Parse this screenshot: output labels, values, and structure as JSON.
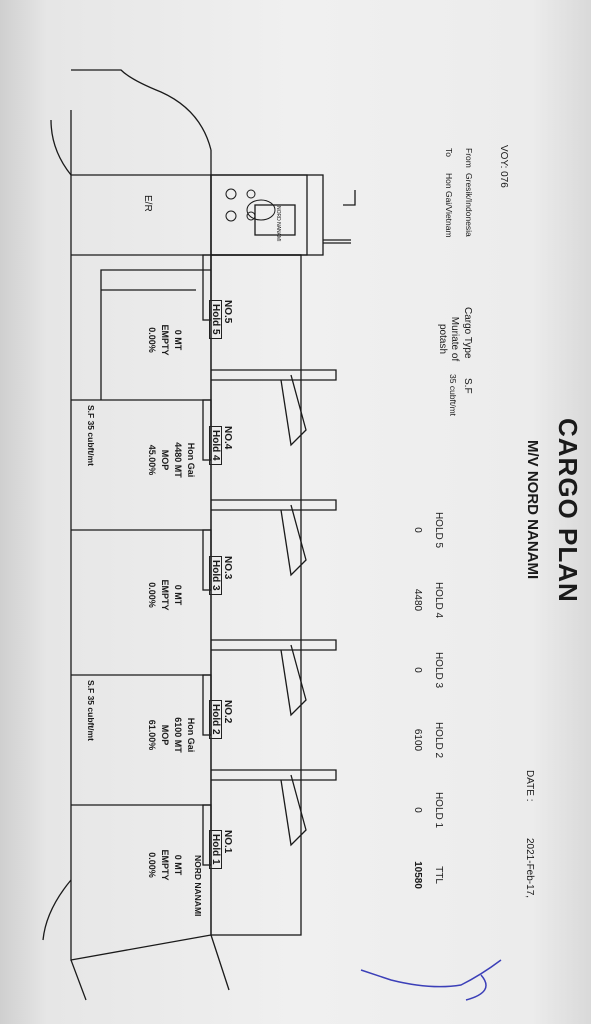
{
  "header": {
    "title": "CARGO PLAN",
    "vessel": "M/V NORD NANAMI",
    "date_label": "DATE :",
    "date_value": "2021-Feb-17,",
    "voyage": "VOY: 076"
  },
  "route": {
    "from_label": "From",
    "from_value": "Gresik/Indonesia",
    "to_label": "To",
    "to_value": "Hon Gai/Vietnam"
  },
  "cargo": {
    "type_label": "Cargo Type",
    "type_value": "Muriate of potash",
    "sf_label": "S.F",
    "sf_value": "35 cubft/mt"
  },
  "summary": {
    "labels": [
      "HOLD 5",
      "HOLD 4",
      "HOLD 3",
      "HOLD 2",
      "HOLD 1",
      "TTL"
    ],
    "values": [
      "0",
      "4480",
      "0",
      "6100",
      "0",
      "10580"
    ]
  },
  "holds": [
    {
      "name": "NO.5",
      "box": "Hold 5",
      "port": "",
      "qty": "0 MT",
      "cargo": "EMPTY",
      "pct": "0.00%"
    },
    {
      "name": "NO.4",
      "box": "Hold 4",
      "port": "Hon Gai",
      "qty": "4480 MT",
      "cargo": "MOP",
      "pct": "45.00%"
    },
    {
      "name": "NO.3",
      "box": "Hold 3",
      "port": "",
      "qty": "0 MT",
      "cargo": "EMPTY",
      "pct": "0.00%"
    },
    {
      "name": "NO.2",
      "box": "Hold 2",
      "port": "Hon Gai",
      "qty": "6100 MT",
      "cargo": "MOP",
      "pct": "61.00%"
    },
    {
      "name": "NO.1",
      "box": "Hold 1",
      "port": "",
      "qty": "0 MT",
      "cargo": "EMPTY",
      "pct": "0.00%"
    }
  ],
  "diagram": {
    "engine_room": "E/R",
    "ship_name": "NORD NANAMI",
    "funnel_text": "NORD NANAMI",
    "sf_note_1": "S.F 35 cubft/mt",
    "sf_note_2": "S.F 35 cubft/mt"
  },
  "colors": {
    "ink": "#1a1a1a",
    "paper": "#f0f0f0",
    "pen": "#3b3fb8"
  }
}
